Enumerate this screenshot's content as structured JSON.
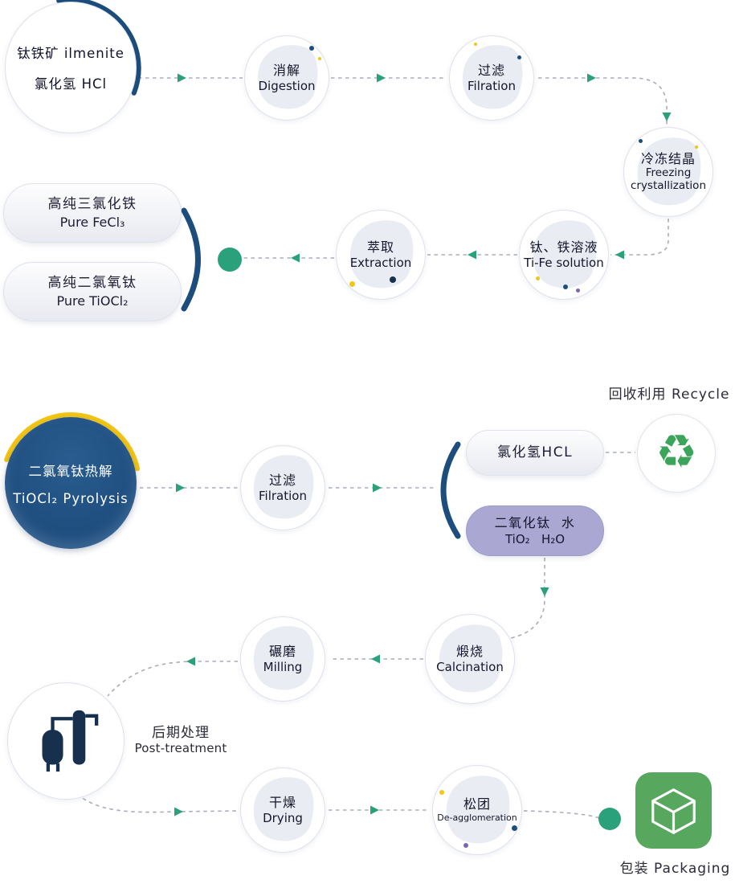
{
  "diagram": {
    "top": {
      "source": {
        "line1": "钛铁矿 ilmenite",
        "line2": "氯化氢 HCl"
      },
      "digestion": {
        "zh": "消解",
        "en": "Digestion"
      },
      "filtration": {
        "zh": "过滤",
        "en": "Filration"
      },
      "freezing": {
        "zh": "冷冻结晶",
        "en1": "Freezing",
        "en2": "crystallization"
      },
      "ti_fe": {
        "zh": "钛、铁溶液",
        "en": "Ti-Fe solution"
      },
      "extraction": {
        "zh": "萃取",
        "en": "Extraction"
      },
      "fecl3": {
        "zh": "高纯三氯化铁",
        "en": "Pure FeCl₃"
      },
      "tiocl2": {
        "zh": "高纯二氯氧钛",
        "en": "Pure TiOCl₂"
      }
    },
    "middle": {
      "pyrolysis": {
        "zh": "二氯氧钛热解",
        "en": "TiOCl₂ Pyrolysis"
      },
      "filtration": {
        "zh": "过滤",
        "en": "Filration"
      },
      "hcl": {
        "label": "氯化氢HCL"
      },
      "tio2": {
        "zh": "二氧化钛  水",
        "en": "TiO₂   H₂O"
      },
      "recycle_label": "回收利用 Recycle"
    },
    "bottom": {
      "calcination": {
        "zh": "煅烧",
        "en": "Calcination"
      },
      "milling": {
        "zh": "碾磨",
        "en": "Milling"
      },
      "post_treatment": {
        "zh": "后期处理",
        "en": "Post-treatment"
      },
      "drying": {
        "zh": "干燥",
        "en": "Drying"
      },
      "deagglomeration": {
        "zh": "松团",
        "en": "De-agglomeration"
      },
      "packaging_label": "包装 Packaging"
    },
    "icons": {
      "recycle_glyph": "♻"
    },
    "colors": {
      "navy": "#1d4d7d",
      "arrow_green": "#2aa07b",
      "yellow": "#f3c515",
      "purple_pill": "#aaa8d3",
      "icon_green": "#57a75f",
      "dash_gray": "#a8adb8"
    }
  }
}
